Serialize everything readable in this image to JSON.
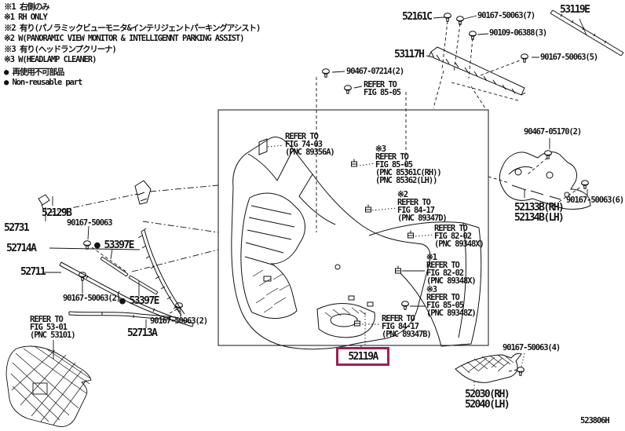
{
  "page": {
    "footer_code": "523806H",
    "background": "#ffffff",
    "line_color": "#111111"
  },
  "highlight": {
    "selected_part": "52119A",
    "box_color": "#A21E55"
  },
  "legend": {
    "lines": [
      {
        "text": "※1 右側のみ"
      },
      {
        "text": "※1 RH ONLY"
      },
      {
        "text": "※2 有り(パノラミックビューモニタ&インテリジェントパーキングアシスト)"
      },
      {
        "text": "※2 W(PANORAMIC VIEW MONITOR & INTELLIGENNT PARKING ASSIST)"
      },
      {
        "text": "※3 有り(ヘッドランプクリーナ)"
      },
      {
        "text": "※3 W(HEADLAMP CLEANER)"
      },
      {
        "text": "● 再使用不可部品"
      },
      {
        "text": "● Non-reusable part"
      }
    ]
  },
  "labels": [
    {
      "text": "52161C"
    },
    {
      "text": "90167-50063(7)"
    },
    {
      "text": "90109-06388(3)"
    },
    {
      "text": "53119E"
    },
    {
      "text": "53117H"
    },
    {
      "text": "90167-50063(5)"
    },
    {
      "text": "90467-07214(2)"
    },
    {
      "text": "REFER TO\nFIG 85-05"
    },
    {
      "text": "REFER TO\nFIG 74-03\n(PNC 89356A)"
    },
    {
      "text": "※3\nREFER TO\nFIG 85-05\n(PNC 85361C(RH))\n(PNC 85362(LH))"
    },
    {
      "text": "※2\nREFER TO\nFIG 84-17\n(PNC 89347D)"
    },
    {
      "text": "REFER TO\nFIG 82-02\n(PNC 89348X)"
    },
    {
      "text": "※1\nREFER TO\nFIG 82-02\n(PNC 89348X)"
    },
    {
      "text": "※3\nREFER TO\nFIG 85-05\n(PNC 89348Z)"
    },
    {
      "text": "REFER TO\nFIG 84-17\n(PNC 89347B)"
    },
    {
      "text": "90467-05170(2)"
    },
    {
      "text": "52133B(RH)\n52134B(LH)"
    },
    {
      "text": "90167-50063(6)"
    },
    {
      "text": "52129B"
    },
    {
      "text": "52731"
    },
    {
      "text": "90167-50063"
    },
    {
      "text": "52714A"
    },
    {
      "text": "● 53397E"
    },
    {
      "text": "52711"
    },
    {
      "text": "90167-50063(2)"
    },
    {
      "text": "● 53397E"
    },
    {
      "text": "REFER TO\nFIG 53-01\n(PNC 53101)"
    },
    {
      "text": "52713A"
    },
    {
      "text": "90167-50063(2)"
    },
    {
      "text": "52119A"
    },
    {
      "text": "90167-50063(4)"
    },
    {
      "text": "52030(RH)\n52040(LH)"
    }
  ]
}
